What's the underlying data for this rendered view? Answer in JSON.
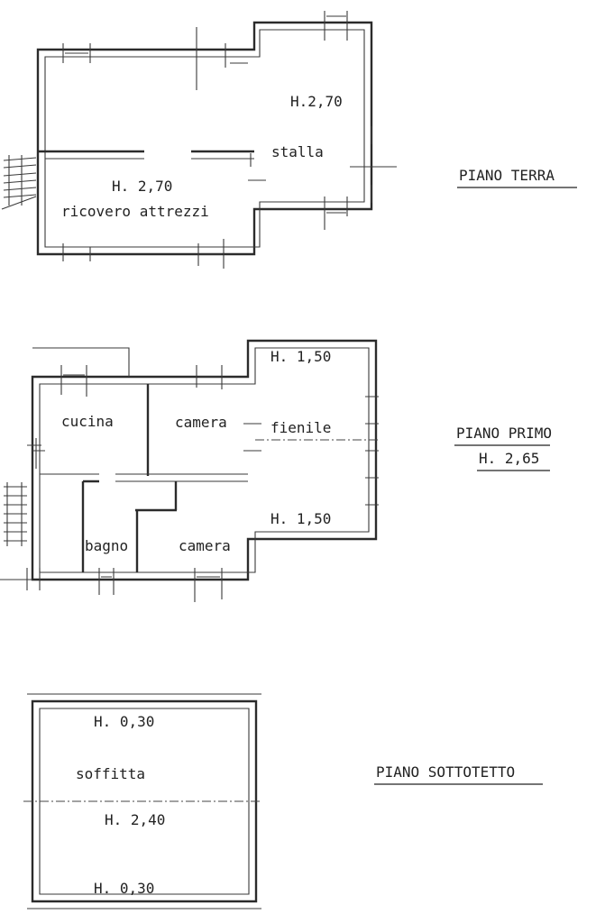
{
  "piano_terra": {
    "title": "PIANO TERRA",
    "stalla_height": "H.2,70",
    "stalla": "stalla",
    "ricovero_height": "H. 2,70",
    "ricovero": "ricovero attrezzi"
  },
  "piano_primo": {
    "title": "PIANO PRIMO",
    "height": "H. 2,65",
    "cucina": "cucina",
    "camera_top": "camera",
    "camera_bottom": "camera",
    "bagno": "bagno",
    "fienile": "fienile",
    "fienile_height_top": "H. 1,50",
    "fienile_height_bottom": "H. 1,50"
  },
  "piano_sottotetto": {
    "title": "PIANO SOTTOTETTO",
    "soffitta": "soffitta",
    "height_top": "H. 0,30",
    "height_middle": "H. 2,40",
    "height_bottom": "H. 0,30"
  }
}
